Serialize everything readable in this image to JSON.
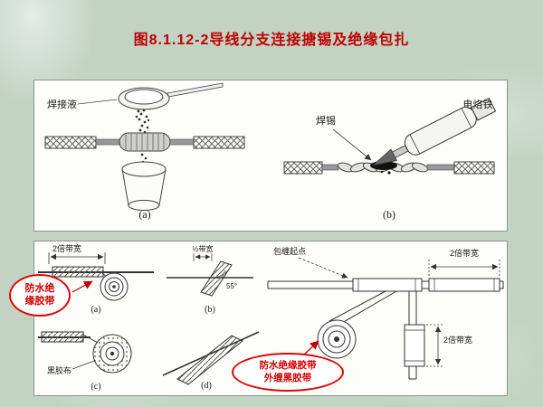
{
  "slide": {
    "title": "图8.1.12-2导线分支连接搪锡及绝缘包扎"
  },
  "colors": {
    "background": "#c2d3c3",
    "title_text": "#c00000",
    "callout_border": "#e00505",
    "panel_background": "#fdfdfa"
  },
  "soldering_panel": {
    "label_flux": "焊接液",
    "label_solder": "焊锡",
    "label_iron": "电烙铁",
    "caption_a": "(a)",
    "caption_b": "(b)"
  },
  "wrapping_panel": {
    "dim_tape_width_a": "2倍带宽",
    "dim_half_width": "½带宽",
    "angle_label": "55°",
    "label_black_tape": "黑胶布",
    "caption_a": "(a)",
    "caption_b": "(b)",
    "caption_c": "(c)",
    "caption_d": "(d)",
    "label_wrap_start": "包缠起点",
    "dim_tape_width_top": "2倍带宽",
    "dim_tape_width_right": "2倍带宽",
    "bubble_waterproof_line1": "防水绝",
    "bubble_waterproof_line2": "缘胶带",
    "bubble_black_line1": "防水绝缘胶带",
    "bubble_black_line2": "外缠黑胶带"
  }
}
